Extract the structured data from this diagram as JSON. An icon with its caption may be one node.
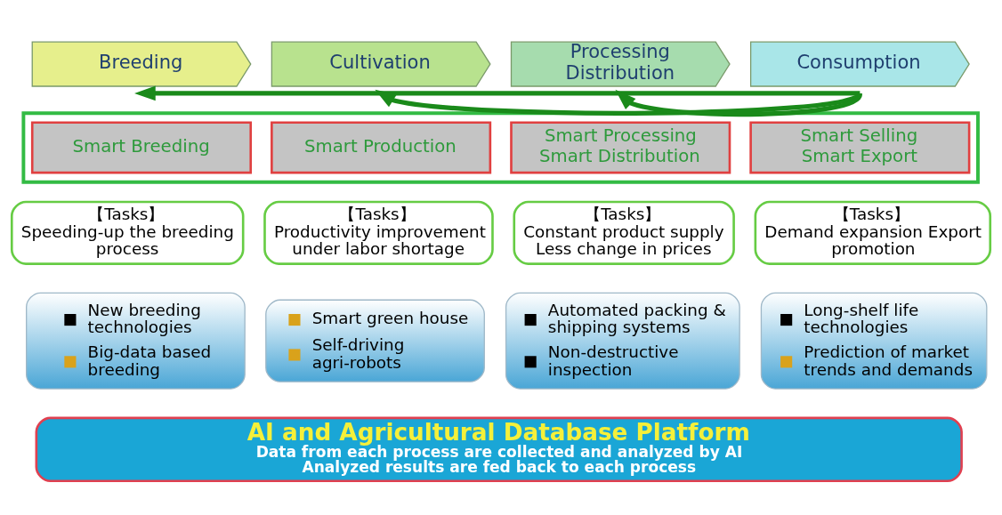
{
  "diagram": {
    "nodes": [
      {
        "text": [
          "Breeding"
        ]
      },
      {
        "text": [
          "Cultivation"
        ]
      },
      {
        "text": [
          "Processing Distribution"
        ]
      },
      {
        "text": [
          "Consumption"
        ]
      },
      {
        "text": [],
        "shape": "box"
      },
      {
        "text": [
          "Smart Breeding"
        ],
        "in": 4
      },
      {
        "text": [
          "Smart Production"
        ],
        "in": 4
      },
      {
        "text": [
          "Smart Processing Smart Distribution"
        ],
        "in": 4
      },
      {
        "text": [
          "Smart Selling Smart Export"
        ],
        "in": 4
      },
      {
        "text": [
          "【Tasks】",
          "Speeding-up the breeding process"
        ]
      },
      {
        "text": [
          "【Tasks】",
          "Productivity improvement under labor shortage"
        ]
      },
      {
        "text": [
          "【Tasks】",
          "Constant product supply Less change in prices"
        ]
      },
      {
        "text": [
          "【Tasks】",
          "Demand expansion Export promotion"
        ]
      },
      {
        "text": [
          "New breeding technologies",
          "Big-data based breeding"
        ]
      },
      {
        "text": [
          "Smart green house",
          "Self-driving agri-robots"
        ]
      },
      {
        "text": [
          "Automated packing & shipping systems",
          "Non-destructive inspection"
        ]
      },
      {
        "text": [
          "Long-shelf life technologies",
          "Prediction of market trends and demands"
        ]
      },
      {
        "text": [
          "AI and Agricultural Database Platform",
          "Data from each process are collected and analyzed by AI",
          "Analyzed results are fed back to each process"
        ]
      }
    ],
    "edges": [
      {
        "from": 3,
        "to": 0,
        "arrow": "to"
      },
      {
        "from": 3,
        "to": 1,
        "arrow": "to"
      },
      {
        "from": 3,
        "to": 2,
        "arrow": "to"
      }
    ]
  }
}
